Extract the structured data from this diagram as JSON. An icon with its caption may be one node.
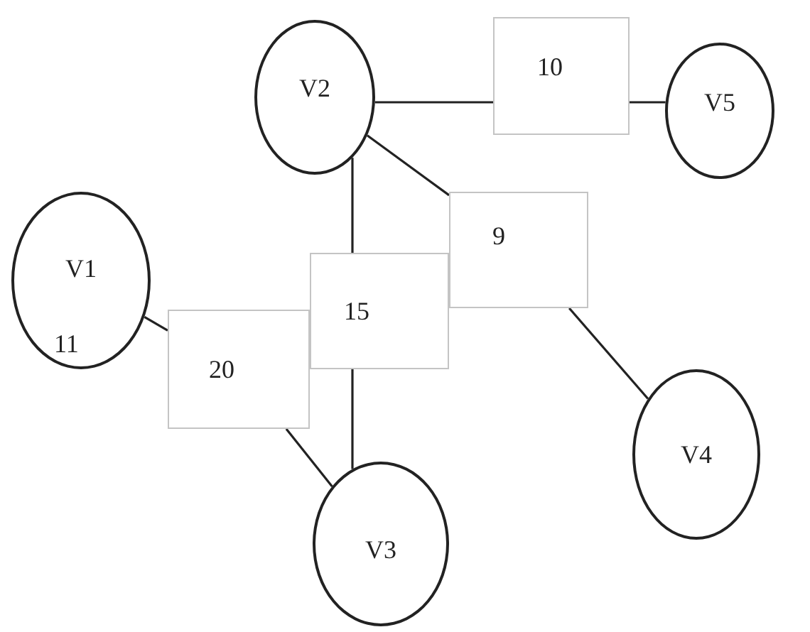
{
  "diagram": {
    "nodes": [
      {
        "text": [
          "V1"
        ]
      },
      {
        "text": [
          "V2"
        ]
      },
      {
        "text": [
          "V5"
        ]
      },
      {
        "text": [
          "10"
        ]
      },
      {
        "text": [
          "9"
        ]
      },
      {
        "text": [
          "15"
        ]
      },
      {
        "text": [
          "20"
        ]
      },
      {
        "text": [
          "V4"
        ]
      },
      {
        "text": [
          "V3"
        ]
      }
    ],
    "edges": [
      {
        "from": 1,
        "to": 3,
        "arrow": "none"
      },
      {
        "from": 3,
        "to": 2,
        "arrow": "none"
      },
      {
        "from": 1,
        "to": 4,
        "arrow": "none"
      },
      {
        "from": 4,
        "to": 7,
        "arrow": "none"
      },
      {
        "from": 1,
        "to": 5,
        "arrow": "none"
      },
      {
        "from": 5,
        "to": 8,
        "arrow": "none"
      },
      {
        "from": 0,
        "to": 6,
        "arrow": "none"
      },
      {
        "from": 6,
        "to": 8,
        "arrow": "none"
      }
    ],
    "labels": [
      "11"
    ]
  }
}
